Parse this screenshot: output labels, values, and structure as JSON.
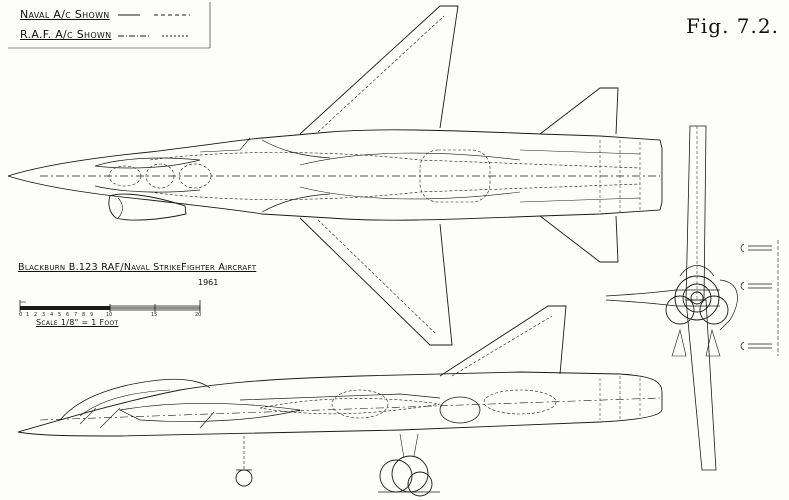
{
  "legend": {
    "naval": "Naval A/c Shown",
    "raf": "R.A.F. A/c Shown"
  },
  "figure_label": "Fig. 7.2.",
  "title": "Blackburn B.123 RAF/Naval StrikeFighter Aircraft",
  "year": "1961",
  "scale": {
    "caption": "Scale 1/8\" = 1 Foot",
    "ticks": [
      "0",
      "1",
      "2",
      "3",
      "4",
      "5",
      "6",
      "7",
      "8",
      "9",
      "10",
      "15",
      "20"
    ]
  },
  "colors": {
    "ink": "#1a1a1a",
    "paper": "#fdfdfb"
  }
}
